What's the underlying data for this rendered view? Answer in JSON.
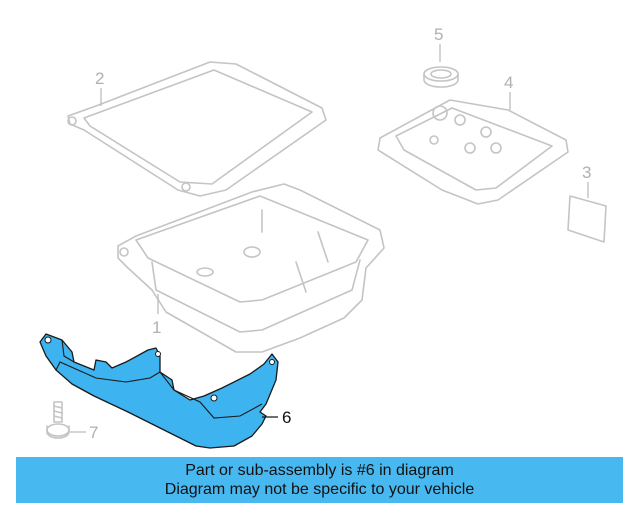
{
  "callouts": [
    {
      "id": "1",
      "label": "1"
    },
    {
      "id": "2",
      "label": "2"
    },
    {
      "id": "3",
      "label": "3"
    },
    {
      "id": "4",
      "label": "4"
    },
    {
      "id": "5",
      "label": "5"
    },
    {
      "id": "6",
      "label": "6"
    },
    {
      "id": "7",
      "label": "7"
    }
  ],
  "highlight_color": "#3db4ef",
  "banner": {
    "line1": "Part or sub-assembly is #6 in diagram",
    "line2": "Diagram may not be specific to your vehicle",
    "background": "#48b8f0"
  }
}
